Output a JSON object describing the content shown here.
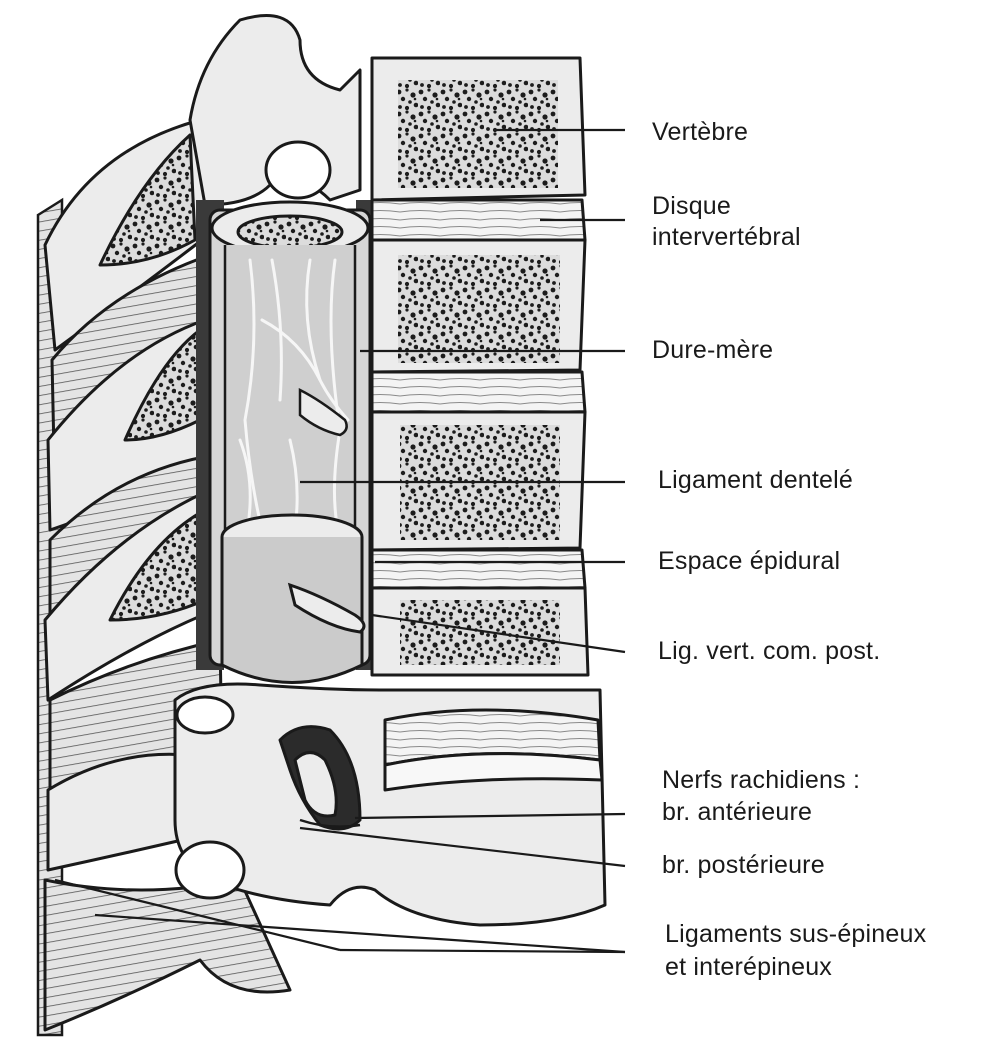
{
  "labels": {
    "vertebre": "Vertèbre",
    "disque_l1": "Disque",
    "disque_l2": "intervertébral",
    "dure_mere": "Dure-mère",
    "ligament_dentele": "Ligament dentelé",
    "espace_epidural": "Espace épidural",
    "lig_vert": "Lig. vert. com. post.",
    "nerfs_l1": "Nerfs rachidiens :",
    "nerfs_l2": "br. antérieure",
    "br_posterieure": "br. postérieure",
    "ligaments_l1": "Ligaments sus-épineux",
    "ligaments_l2": "et interépineux"
  },
  "colors": {
    "ink": "#1a1a1a",
    "bone": "#ebebeb",
    "shade": "#b9b9b9",
    "dark": "#3a3a3a",
    "disc": "#f2f2f2"
  }
}
